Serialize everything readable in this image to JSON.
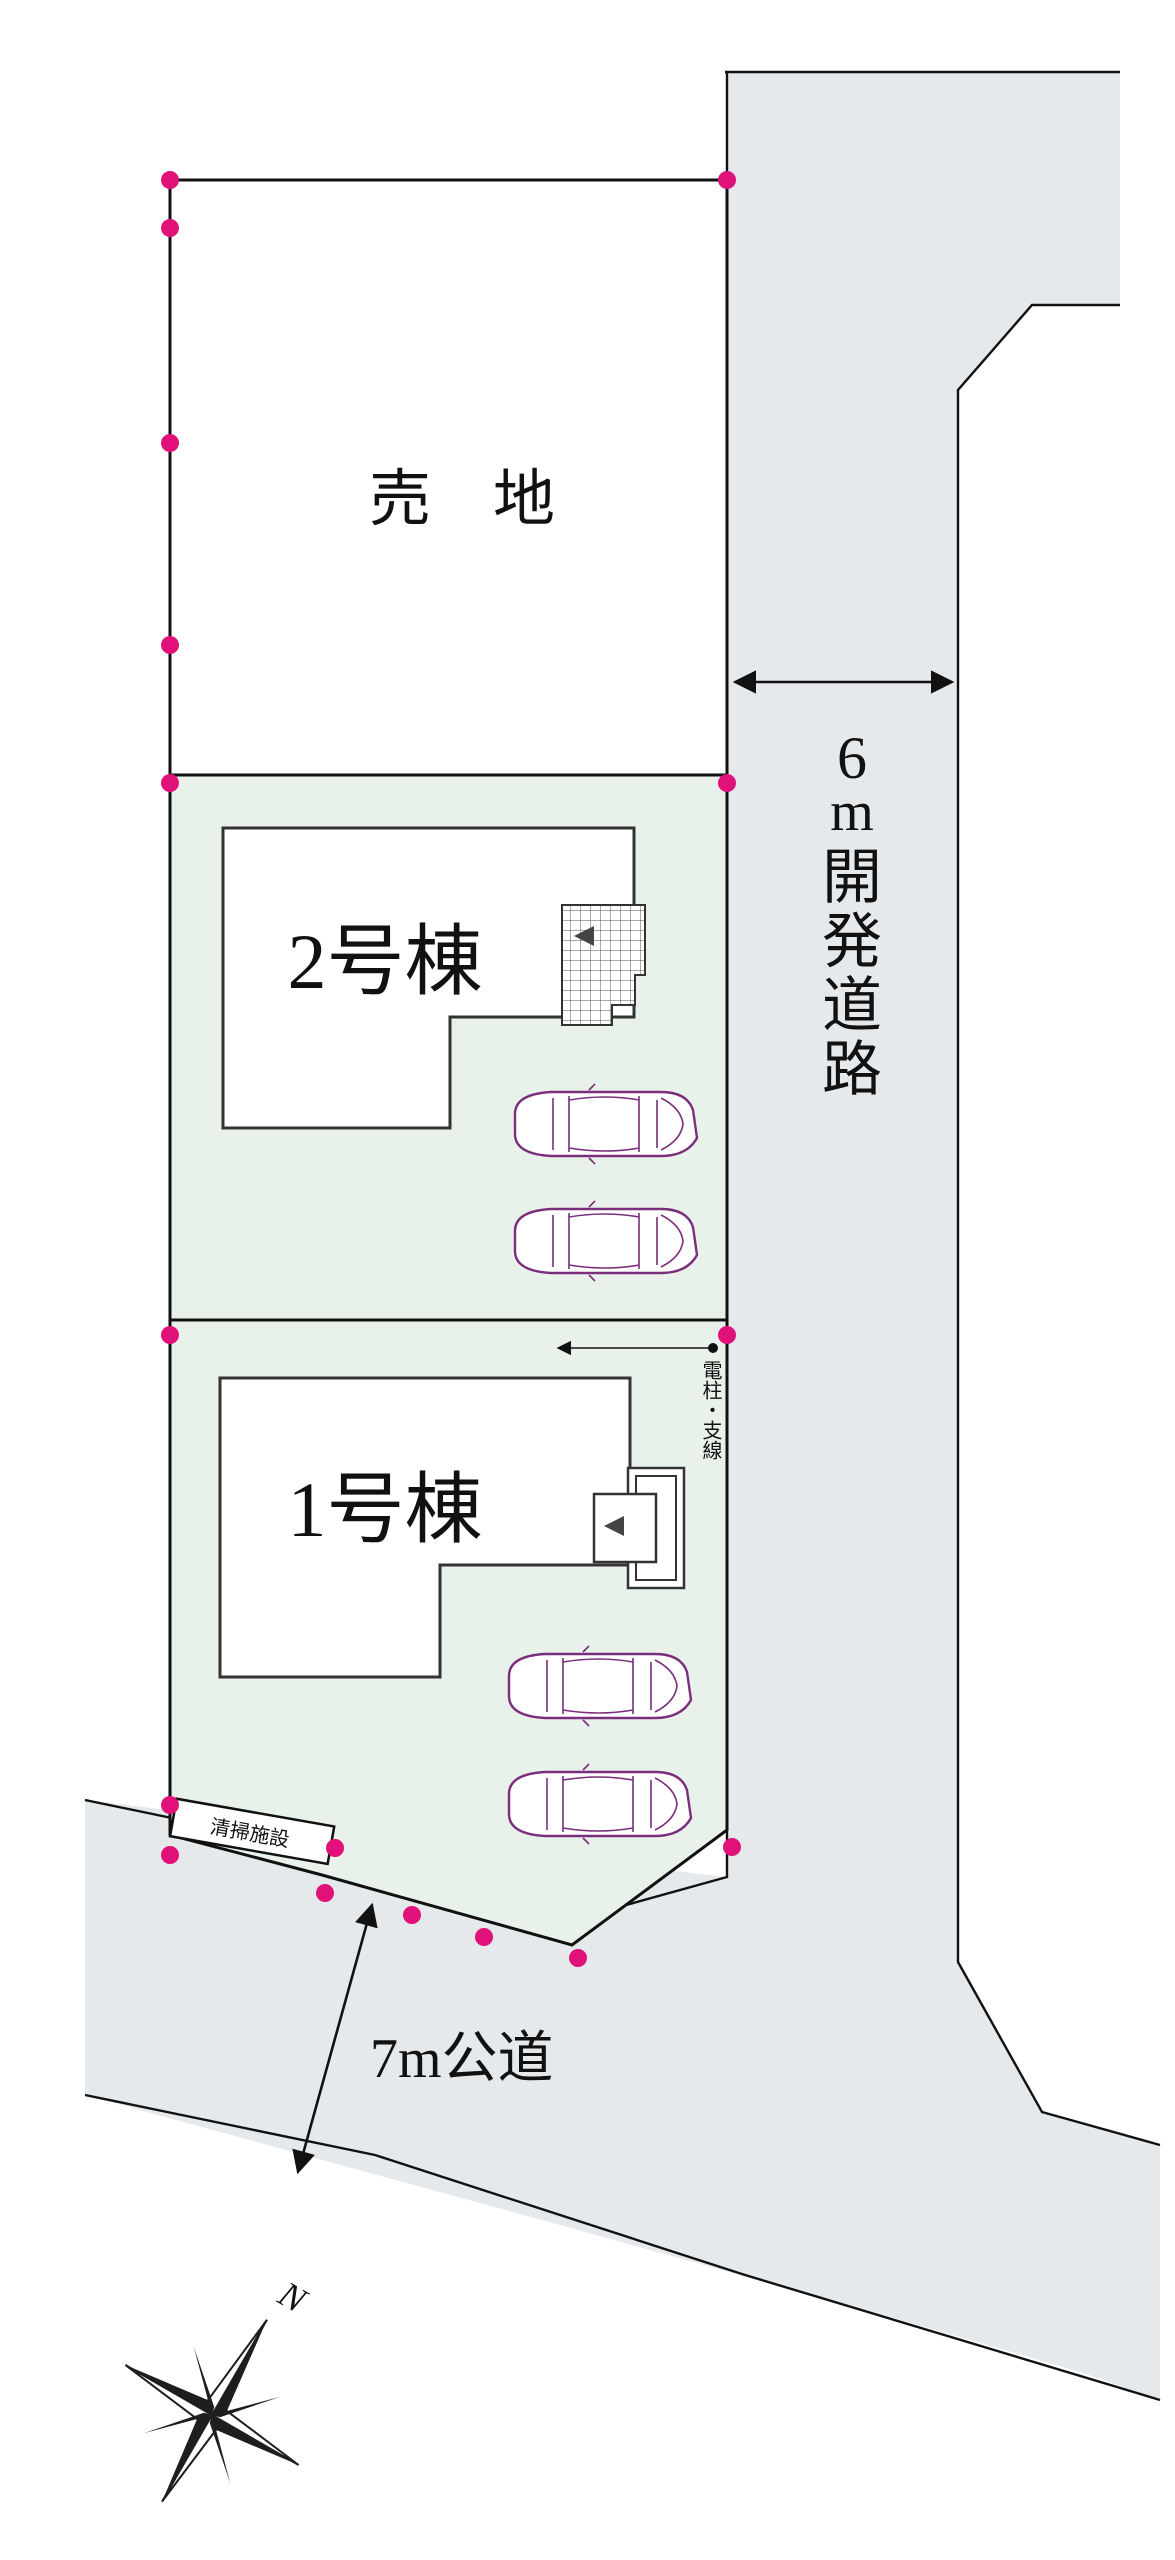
{
  "colors": {
    "road": "#e6e9ec",
    "lot_green": "#e9f2ea",
    "boundary_marker": "#e0127a",
    "car_outline": "#7a2e7c",
    "line": "#111111"
  },
  "parcels": {
    "sale_land": "売　地",
    "building_2": "2号棟",
    "building_1": "1号棟",
    "cleaning_facility": "清掃施設"
  },
  "roads": {
    "development_road_width": "6",
    "development_road_unit": "m",
    "development_road_name": [
      "開",
      "発",
      "道",
      "路"
    ],
    "public_road": "7m公道"
  },
  "annotations": {
    "utility_pole": "電柱・支線"
  },
  "compass": {
    "label": "N",
    "icon": "compass-rose-icon"
  },
  "icons": {
    "car": "car-icon",
    "entrance": "entrance-triangle-icon",
    "boundary_marker": "boundary-marker-icon",
    "dimension_arrow": "double-arrow-icon"
  }
}
